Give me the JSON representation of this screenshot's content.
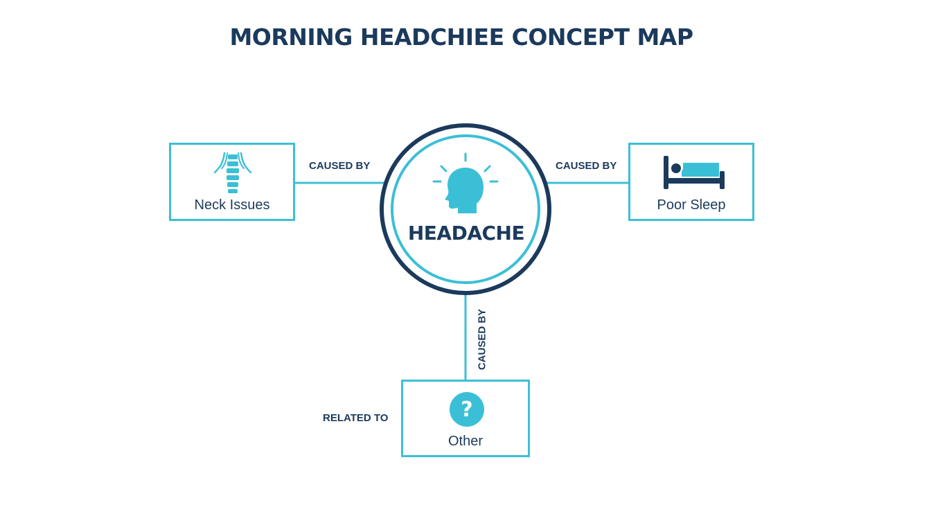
{
  "title": "MORNING HEADCHIEE CONCEPT MAP",
  "colors": {
    "navy": "#1b3a5c",
    "teal": "#3bbfd6"
  },
  "center_node": {
    "label": "HEADACHE",
    "icon": "head-lightbulb-icon"
  },
  "nodes": [
    {
      "id": "neck",
      "label": "Neck Issues",
      "icon": "spine-icon"
    },
    {
      "id": "sleep",
      "label": "Poor Sleep",
      "icon": "bed-icon"
    },
    {
      "id": "other",
      "label": "Other",
      "icon": "question-mark-icon"
    }
  ],
  "edges": [
    {
      "from": "neck",
      "to": "center",
      "label": "CAUSED BY"
    },
    {
      "from": "sleep",
      "to": "center",
      "label": "CAUSED BY"
    },
    {
      "from": "other",
      "to": "center",
      "label": "CAUSED BY"
    }
  ],
  "extra_labels": {
    "related_to": "RELATED TO"
  }
}
